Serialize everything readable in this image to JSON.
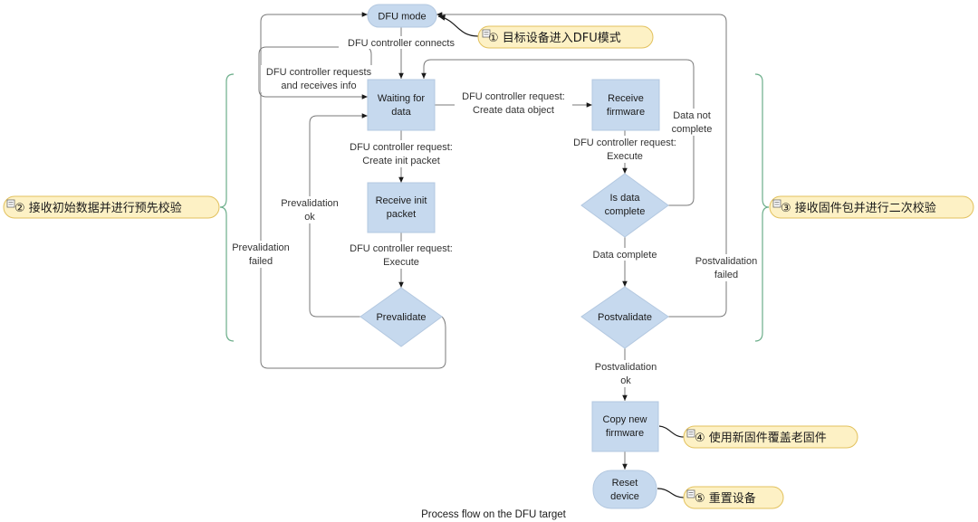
{
  "colors": {
    "node_fill": "#c6d9ee",
    "node_stroke": "#b3c8e0",
    "edge": "#7a7a7a",
    "note_fill": "#fdf1c5",
    "note_stroke": "#e2c15d",
    "bracket": "#6cae8a"
  },
  "nodes": {
    "dfu_mode": "DFU mode",
    "waiting_line1": "Waiting for",
    "waiting_line2": "data",
    "receive_fw_line1": "Receive",
    "receive_fw_line2": "firmware",
    "receive_init_line1": "Receive init",
    "receive_init_line2": "packet",
    "prevalidate": "Prevalidate",
    "is_complete_line1": "Is data",
    "is_complete_line2": "complete",
    "postvalidate": "Postvalidate",
    "copy_line1": "Copy new",
    "copy_line2": "firmware",
    "reset_line1": "Reset",
    "reset_line2": "device"
  },
  "edges": {
    "connects": "DFU controller connects",
    "requests_info_line1": "DFU controller requests",
    "requests_info_line2": "and receives info",
    "create_data_line1": "DFU controller request:",
    "create_data_line2": "Create data object",
    "create_init_line1": "DFU controller request:",
    "create_init_line2": "Create init packet",
    "execute_init_line1": "DFU controller request:",
    "execute_init_line2": "Execute",
    "execute_fw_line1": "DFU controller request:",
    "execute_fw_line2": "Execute",
    "not_complete_line1": "Data not",
    "not_complete_line2": "complete",
    "complete": "Data complete",
    "prevalidation_ok_line1": "Prevalidation",
    "prevalidation_ok_line2": "ok",
    "prevalidation_failed_line1": "Prevalidation",
    "prevalidation_failed_line2": "failed",
    "postvalidation_failed_line1": "Postvalidation",
    "postvalidation_failed_line2": "failed",
    "postvalidation_ok_line1": "Postvalidation",
    "postvalidation_ok_line2": "ok"
  },
  "notes": {
    "n1": "① 目标设备进入DFU模式",
    "n2": "② 接收初始数据并进行预先校验",
    "n3": "③ 接收固件包并进行二次校验",
    "n4": "④ 使用新固件覆盖老固件",
    "n5": "⑤ 重置设备"
  },
  "note_icon": "note-icon",
  "caption": "Process flow on the DFU target"
}
